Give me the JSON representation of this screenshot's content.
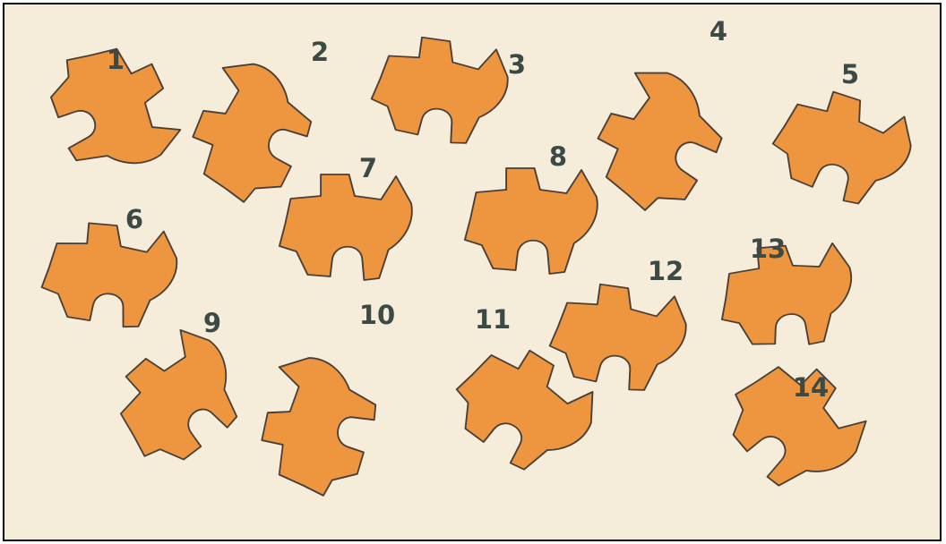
{
  "colors": {
    "background": "#f5ecd9",
    "piece_fill": "#ee9540",
    "piece_stroke": "#4a3f36",
    "label": "#3c4a46",
    "frame": "#000000"
  },
  "pieces": [
    {
      "label": "1"
    },
    {
      "label": "2"
    },
    {
      "label": "3"
    },
    {
      "label": "4"
    },
    {
      "label": "5"
    },
    {
      "label": "6"
    },
    {
      "label": "7"
    },
    {
      "label": "8"
    },
    {
      "label": "9"
    },
    {
      "label": "10"
    },
    {
      "label": "11"
    },
    {
      "label": "12"
    },
    {
      "label": "13"
    },
    {
      "label": "14"
    }
  ]
}
